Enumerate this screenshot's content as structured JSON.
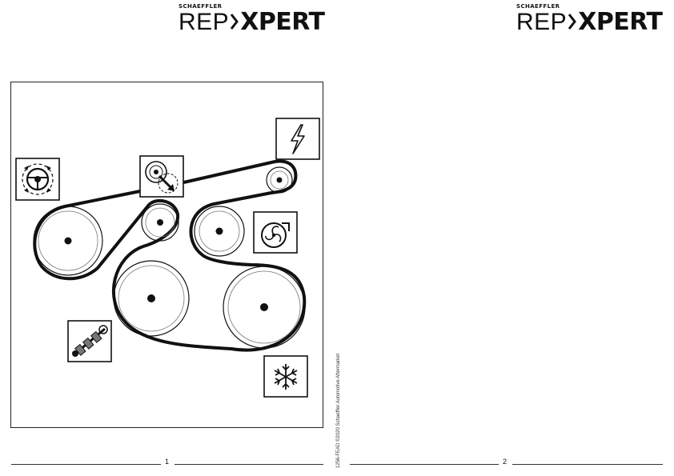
{
  "logo": {
    "brand_small": "SCHAEFFLER",
    "brand_rep": "REP",
    "brand_xpert": "XPERT"
  },
  "diagram": {
    "icons": [
      "power-steering-icon",
      "belt-tensioner-icon",
      "alternator-lightning-icon",
      "water-pump-icon",
      "crankshaft-icon",
      "air-conditioning-snowflake-icon"
    ]
  },
  "footer": {
    "page1": "1",
    "page2": "2",
    "vertical_code": "1256-FEAD  ©2020  Schaeffler Automotive Aftermarket"
  }
}
